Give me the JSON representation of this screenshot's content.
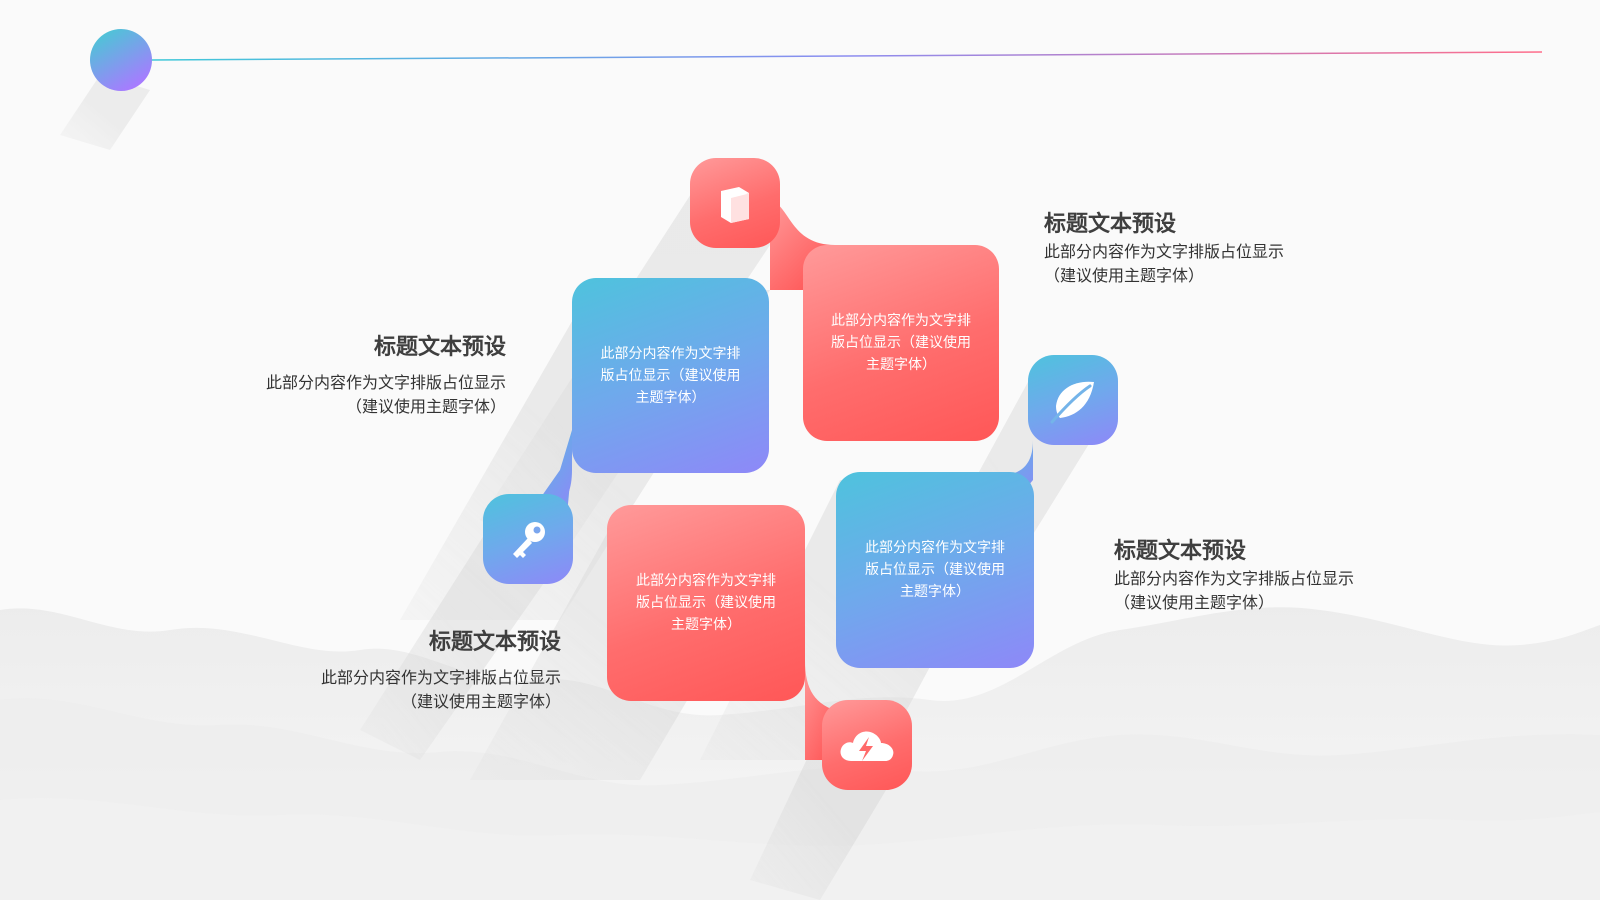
{
  "colors": {
    "red_start": "#ff9a9a",
    "red_end": "#ff5757",
    "blue_start": "#4ec3dd",
    "blue_end": "#8e88f8",
    "line_start": "#3fc8d8",
    "line_end": "#ff6d8a"
  },
  "cards": [
    {
      "text": "此部分内容作为文字排版占位显示（建议使用主题字体）",
      "icon": "book-icon",
      "color": "red"
    },
    {
      "text": "此部分内容作为文字排版占位显示（建议使用主题字体）",
      "icon": "key-icon",
      "color": "blue"
    },
    {
      "text": "此部分内容作为文字排版占位显示（建议使用主题字体）",
      "icon": "leaf-icon",
      "color": "blue"
    },
    {
      "text": "此部分内容作为文字排版占位显示（建议使用主题字体）",
      "icon": "cloud-lightning-icon",
      "color": "red"
    }
  ],
  "labels": [
    {
      "title": "标题文本预设",
      "line1": "此部分内容作为文字排版占位显示",
      "line2": "（建议使用主题字体）"
    },
    {
      "title": "标题文本预设",
      "line1": "此部分内容作为文字排版占位显示",
      "line2": "（建议使用主题字体）"
    },
    {
      "title": "标题文本预设",
      "line1": "此部分内容作为文字排版占位显示",
      "line2": "（建议使用主题字体）"
    },
    {
      "title": "标题文本预设",
      "line1": "此部分内容作为文字排版占位显示",
      "line2": "（建议使用主题字体）"
    }
  ]
}
